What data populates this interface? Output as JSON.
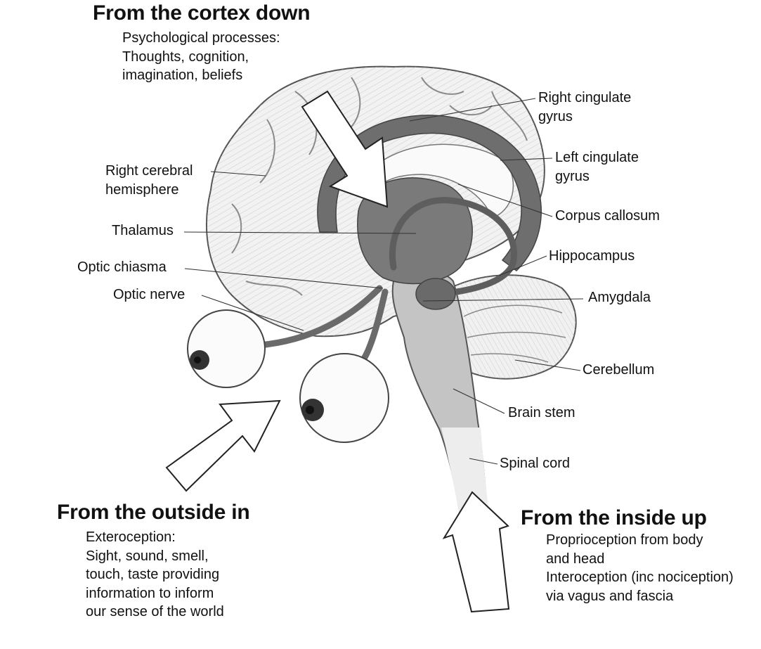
{
  "headings": {
    "cortex_down": "From the cortex down",
    "outside_in": "From the outside in",
    "inside_up": "From the inside up"
  },
  "descriptions": {
    "cortex_down": [
      "Psychological processes:",
      "Thoughts, cognition,",
      "imagination, beliefs"
    ],
    "outside_in": [
      "Exteroception:",
      "Sight, sound, smell,",
      "touch, taste providing",
      "information to inform",
      "our sense of the world"
    ],
    "inside_up": [
      "Proprioception from body",
      "and head",
      "Interoception (inc nociception)",
      "via vagus and fascia"
    ]
  },
  "labels": {
    "right_cerebral_hemisphere": [
      "Right cerebral",
      "hemisphere"
    ],
    "thalamus": "Thalamus",
    "optic_chiasma": "Optic chiasma",
    "optic_nerve": "Optic nerve",
    "right_cingulate_gyrus": [
      "Right cingulate",
      "gyrus"
    ],
    "left_cingulate_gyrus": [
      "Left cingulate",
      "gyrus"
    ],
    "corpus_callosum": "Corpus callosum",
    "hippocampus": "Hippocampus",
    "amygdala": "Amygdala",
    "cerebellum": "Cerebellum",
    "brain_stem": "Brain stem",
    "spinal_cord": "Spinal cord"
  },
  "colors": {
    "limbic_dark": "#6e6e6e",
    "thalamus": "#7a7a7a",
    "brain_stem": "#c4c4c4",
    "cortex": "#f2f2f2",
    "outline": "#555555"
  }
}
